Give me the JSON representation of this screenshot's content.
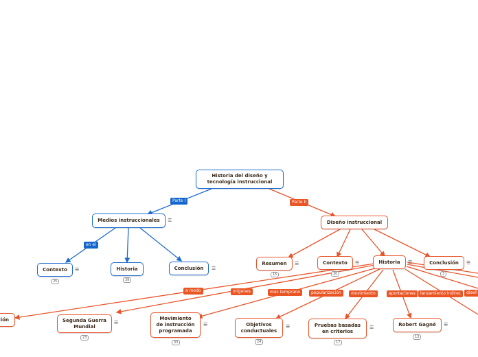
{
  "colors": {
    "blue": "#1f6ccf",
    "orange": "#e8542a"
  },
  "root": {
    "label": "Historia del diseño y\ntecnología instruccional"
  },
  "blue_branch": {
    "edge_label": "Parte I",
    "node": "Medios instruccionales",
    "sub_edge_label": "en el",
    "children": [
      {
        "label": "Contexto",
        "badge": "25"
      },
      {
        "label": "Historia",
        "badge": "39"
      },
      {
        "label": "Conclusión",
        "badge": ""
      }
    ]
  },
  "orange_branch": {
    "edge_label": "Parte II",
    "node": "Diseño instruccional",
    "children": [
      {
        "label": "Resumen",
        "badge": "15"
      },
      {
        "label": "Contexto",
        "badge": "30"
      },
      {
        "label": "Historia",
        "badge": ""
      },
      {
        "label": "Conclusión",
        "badge": "3"
      }
    ],
    "historia_edges": [
      "a modo",
      "orígenes",
      "más temprano",
      "popularización",
      "movimiento",
      "aportaciones",
      "lanzamiento indirec",
      "diseñ"
    ],
    "historia_children": [
      {
        "label": "ción",
        "badge": ""
      },
      {
        "label": "Segunda Guerra\nMundial",
        "badge": "23"
      },
      {
        "label": "Movimiento\nde instrucción\nprogramada",
        "badge": "33"
      },
      {
        "label": "Objetivos\nconductuales",
        "badge": "24"
      },
      {
        "label": "Pruebas basadas\nen criterios",
        "badge": "17"
      },
      {
        "label": "Robert Gagné",
        "badge": "13"
      }
    ]
  },
  "note_icon": "notes-icon"
}
